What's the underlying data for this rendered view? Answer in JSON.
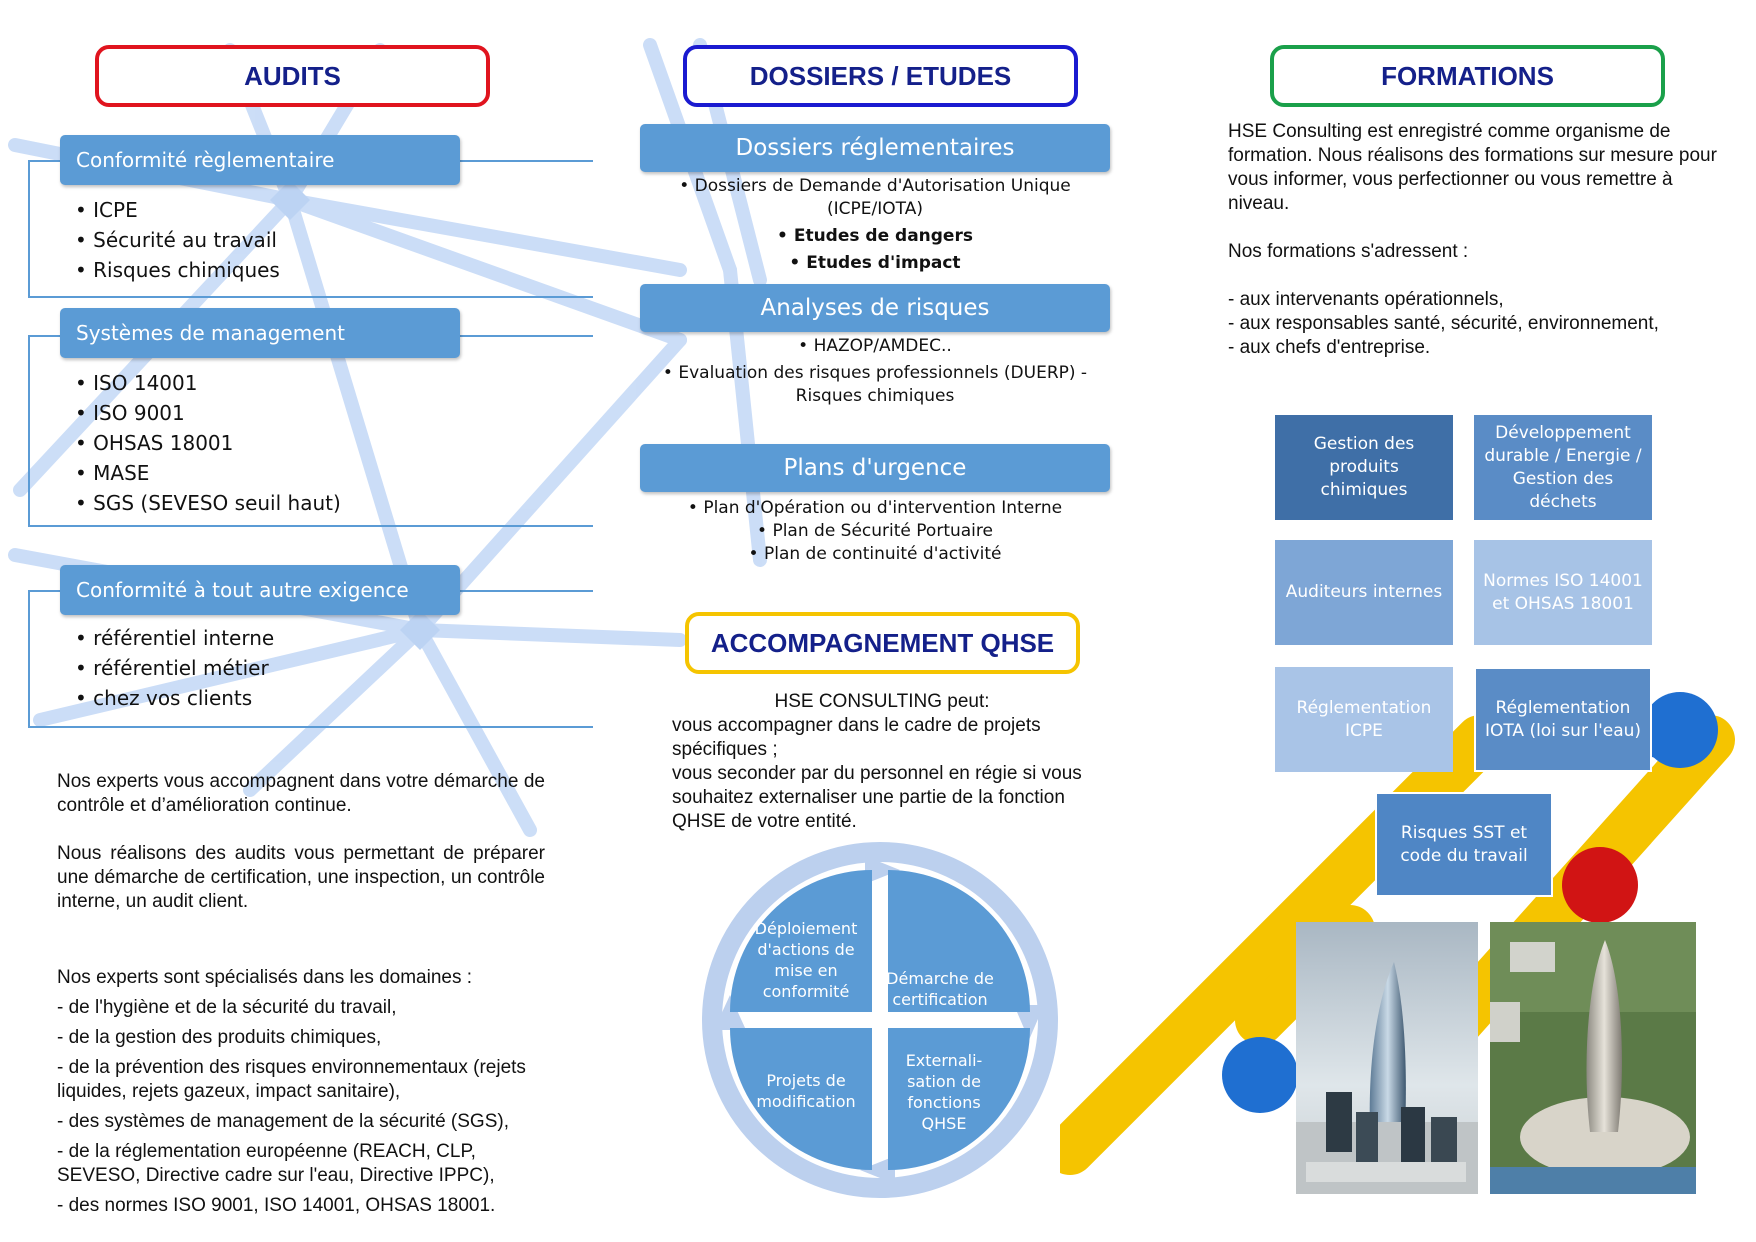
{
  "audits": {
    "title": "AUDITS",
    "categories": [
      {
        "label": "Conformité règlementaire",
        "items": [
          "ICPE",
          "Sécurité au travail",
          "Risques chimiques"
        ]
      },
      {
        "label": "Systèmes de management",
        "items": [
          "ISO 14001",
          "ISO 9001",
          "OHSAS 18001",
          "MASE",
          "SGS (SEVESO seuil haut)"
        ]
      },
      {
        "label": "Conformité à tout autre exigence",
        "items": [
          "référentiel interne",
          "référentiel métier",
          "chez vos clients"
        ]
      }
    ],
    "para1": "Nos experts vous accompagnent dans votre démarche de contrôle et d’amélioration continue.",
    "para2": "Nous réalisons des audits vous permettant de préparer une démarche de certification, une inspection, un contrôle interne, un audit client.",
    "domains_intro": "Nos experts sont spécialisés dans les domaines :",
    "domains": [
      "- de l'hygiène et de la sécurité du travail,",
      "- de la gestion des produits chimiques,",
      "- de la prévention des risques environnementaux (rejets liquides, rejets gazeux, impact sanitaire),",
      "- des systèmes de management de la sécurité (SGS),",
      "- de la réglementation européenne (REACH, CLP, SEVESO, Directive cadre sur l'eau, Directive IPPC),",
      "- des normes ISO 9001, ISO 14001, OHSAS 18001."
    ]
  },
  "dossiers": {
    "title": "DOSSIERS / ETUDES",
    "sections": [
      {
        "label": "Dossiers réglementaires",
        "items": [
          "Dossiers de Demande d'Autorisation Unique (ICPE/IOTA)",
          "Etudes de dangers",
          "Etudes d'impact"
        ]
      },
      {
        "label": "Analyses de risques",
        "items": [
          "HAZOP/AMDEC..",
          "Evaluation des risques professionnels (DUERP) - Risques chimiques"
        ]
      },
      {
        "label": "Plans d'urgence",
        "items": [
          "Plan d'Opération ou d'intervention Interne",
          "Plan de Sécurité Portuaire",
          "Plan de continuité d'activité"
        ]
      }
    ]
  },
  "accompagnement": {
    "title": "ACCOMPAGNEMENT QHSE",
    "line1": "HSE CONSULTING peut:",
    "line2": "vous accompagner dans le cadre de projets spécifiques ;",
    "line3": "vous seconder par du personnel en régie si vous souhaitez externaliser une partie de la fonction QHSE de votre entité.",
    "cycle": [
      "Déploiement d'actions de mise en conformité",
      "Démarche de certification",
      "Externali-sation de fonctions QHSE",
      "Projets de modification"
    ]
  },
  "formations": {
    "title": "FORMATIONS",
    "intro": "HSE Consulting est enregistré comme organisme de formation. Nous réalisons des formations sur mesure pour vous informer, vous perfectionner ou vous remettre à niveau.",
    "audience_intro": "Nos formations s'adressent :",
    "audience": [
      "- aux intervenants opérationnels,",
      "- aux responsables santé, sécurité, environnement,",
      "- aux chefs d'entreprise."
    ],
    "tiles": [
      "Gestion des produits chimiques",
      "Développement durable / Energie / Gestion des déchets",
      "Auditeurs internes",
      "Normes ISO 14001 et OHSAS 18001",
      "Réglementation ICPE",
      "Réglementation IOTA (loi sur l'eau)",
      "Risques SST et code du travail"
    ]
  },
  "colors": {
    "audits_border": "#e0141e",
    "dossiers_border": "#1a1ad0",
    "formations_border": "#1aa04a",
    "accompagnement_border": "#f5c400",
    "header_text": "#14208a",
    "band_blue": "#5b9bd5"
  }
}
